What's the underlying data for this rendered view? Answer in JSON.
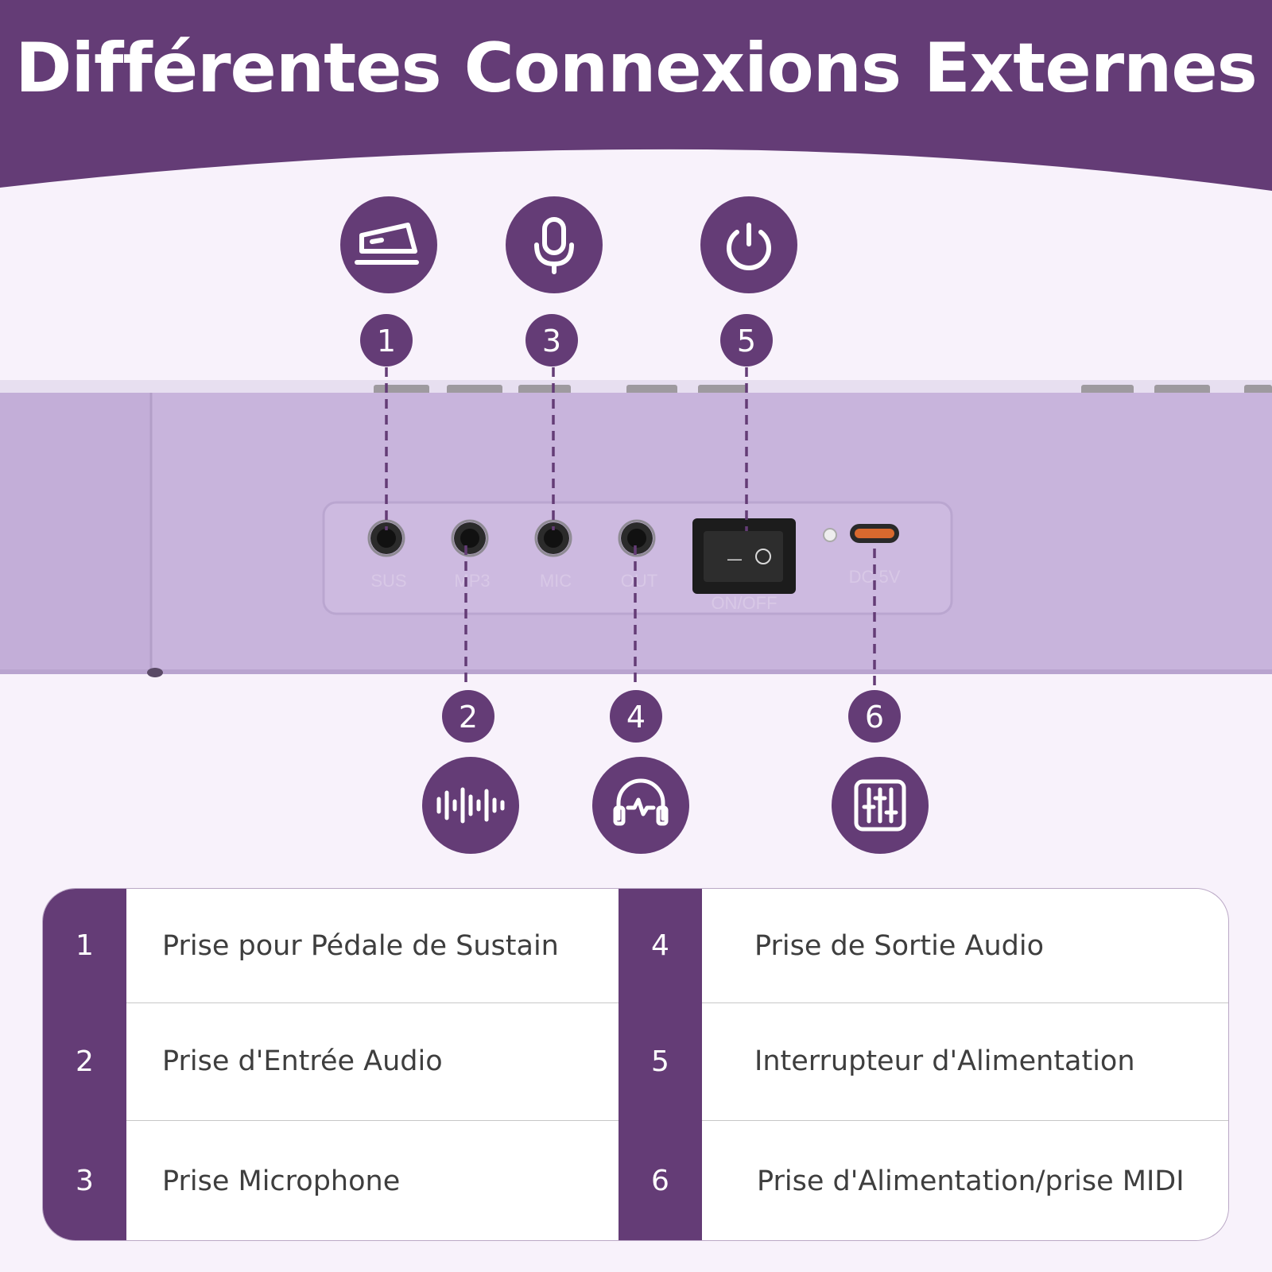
{
  "header": {
    "title": "Différentes Connexions Externes"
  },
  "device": {
    "port_labels": [
      "SUS",
      "MP3",
      "MIC",
      "OUT",
      "ON/OFF",
      "DC 5V"
    ],
    "switch_marks": [
      "—",
      "O"
    ]
  },
  "callouts": [
    {
      "number": "1",
      "icon": "sustain-pedal-icon"
    },
    {
      "number": "2",
      "icon": "audio-wave-icon"
    },
    {
      "number": "3",
      "icon": "microphone-icon"
    },
    {
      "number": "4",
      "icon": "headphones-icon"
    },
    {
      "number": "5",
      "icon": "power-icon"
    },
    {
      "number": "6",
      "icon": "mixer-sliders-icon"
    }
  ],
  "legend": [
    {
      "number": "1",
      "label": "Prise pour Pédale de Sustain"
    },
    {
      "number": "2",
      "label": "Prise d'Entrée Audio"
    },
    {
      "number": "3",
      "label": "Prise Microphone"
    },
    {
      "number": "4",
      "label": "Prise de Sortie Audio"
    },
    {
      "number": "5",
      "label": "Interrupteur d'Alimentation"
    },
    {
      "number": "6",
      "label": "Prise d'Alimentation/prise MIDI"
    }
  ],
  "colors": {
    "accent": "#643c76",
    "device_body": "#c8b4dc",
    "background": "#f8f2fb"
  }
}
